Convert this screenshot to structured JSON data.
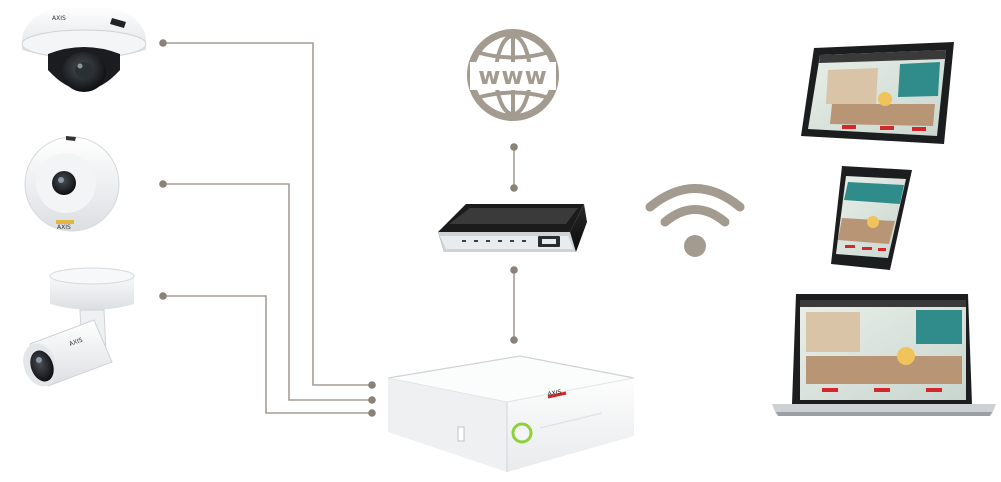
{
  "globe": {
    "label": "www"
  },
  "recorder": {
    "brand_mark": "AXIS"
  },
  "cameras": [
    {
      "name": "dome-camera",
      "brand_mark": "AXIS"
    },
    {
      "name": "panoramic-camera",
      "brand_mark": "AXIS"
    },
    {
      "name": "bullet-camera",
      "brand_mark": "AXIS"
    }
  ],
  "colors": {
    "connector": "#a79e95",
    "dot": "#8a8178",
    "icon": "#a39a90",
    "accent_green": "#8dd13c",
    "brand_red": "#d7262a",
    "screen_teal": "#2f8c8a"
  }
}
